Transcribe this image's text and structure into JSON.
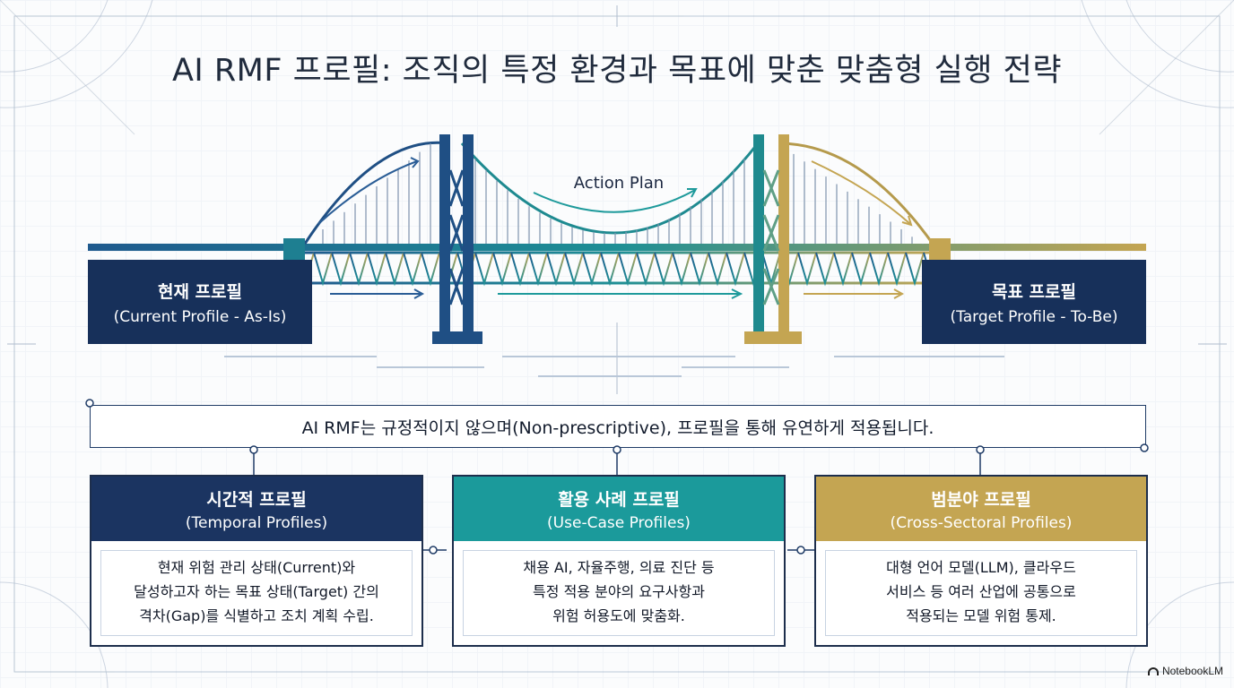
{
  "title": "AI RMF 프로필: 조직의 특정 환경과 목표에 맞춘 맞춤형 실행 전략",
  "bridge": {
    "current": {
      "ko": "현재 프로필",
      "en": "(Current Profile - As-Is)"
    },
    "target": {
      "ko": "목표 프로필",
      "en": "(Target Profile - To-Be)"
    },
    "action_plan": "Action Plan"
  },
  "banner": "AI RMF는 규정적이지 않으며(Non-prescriptive), 프로필을 통해 유연하게 적용됩니다.",
  "cards": [
    {
      "ko": "시간적 프로필",
      "en": "(Temporal Profiles)",
      "lines": [
        "현재 위험 관리 상태(Current)와",
        "달성하고자 하는 목표 상태(Target) 간의",
        "격차(Gap)를 식별하고 조치 계획 수립."
      ],
      "color": "#1b3461"
    },
    {
      "ko": "활용 사례 프로필",
      "en": "(Use-Case Profiles)",
      "lines": [
        "채용 AI, 자율주행, 의료 진단 등",
        "특정 적용 분야의 요구사항과",
        "위험 허용도에 맞춤화."
      ],
      "color": "#1b9a9b"
    },
    {
      "ko": "범분야 프로필",
      "en": "(Cross-Sectoral Profiles)",
      "lines": [
        "대형 언어 모델(LLM), 클라우드",
        "서비스 등 여러 산업에 공통으로",
        "적용되는 모델 위험 통제."
      ],
      "color": "#c4a552"
    }
  ],
  "colors": {
    "navy": "#17305a",
    "teal": "#1b9a9b",
    "gold": "#c4a552"
  },
  "watermark": "NotebookLM"
}
